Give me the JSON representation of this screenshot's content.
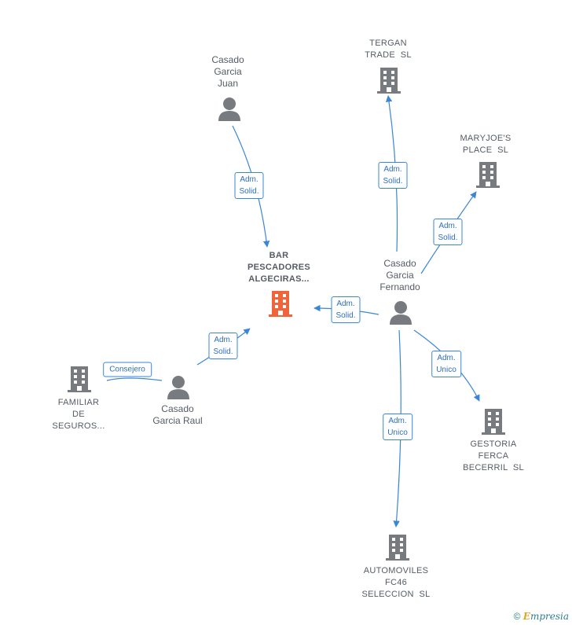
{
  "nodes": {
    "main": {
      "label": "BAR\nPESCADORES\nALGECIRAS..."
    },
    "tergan": {
      "label": "TERGAN\nTRADE  SL"
    },
    "maryjoes": {
      "label": "MARYJOE'S\nPLACE  SL"
    },
    "gestoria": {
      "label": "GESTORIA\nFERCA\nBECERRIL  SL"
    },
    "automoviles": {
      "label": "AUTOMOVILES\nFC46\nSELECCION  SL"
    },
    "familiar": {
      "label": "FAMILIAR\nDE\nSEGUROS..."
    },
    "juan": {
      "label": "Casado\nGarcia\nJuan"
    },
    "fernando": {
      "label": "Casado\nGarcia\nFernando"
    },
    "raul": {
      "label": "Casado\nGarcia Raul"
    }
  },
  "edges": {
    "juan_main": "Adm.\nSolid.",
    "fernando_tergan": "Adm.\nSolid.",
    "fernando_maryjoes": "Adm.\nSolid.",
    "fernando_main": "Adm.\nSolid.",
    "fernando_gestoria": "Adm.\nUnico",
    "fernando_automoviles": "Adm.\nUnico",
    "raul_main": "Adm.\nSolid.",
    "raul_familiar": "Consejero"
  },
  "footer": {
    "copyright": "©",
    "brand_initial": "E",
    "brand_rest": "mpresia"
  },
  "colors": {
    "edge": "#3a86d6",
    "main_icon": "#f0643c",
    "icon": "#777b80"
  }
}
